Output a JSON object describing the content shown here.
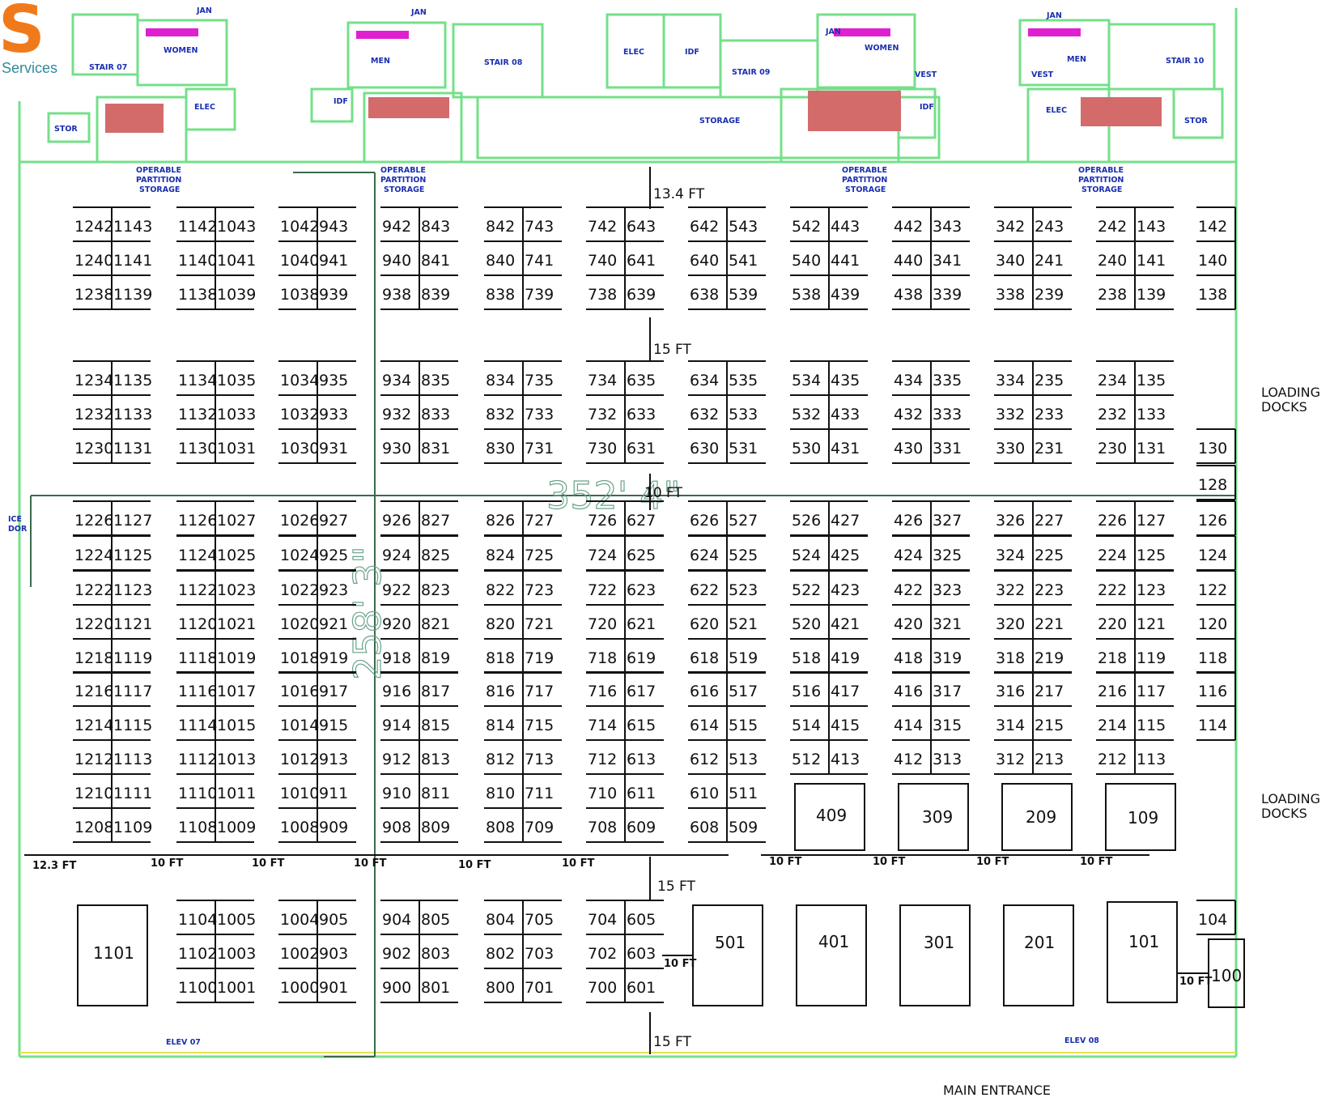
{
  "brand": {
    "logo_text": "Services",
    "logo_color": "#f07a1a"
  },
  "colors": {
    "wall": "#74e08a",
    "room_label": "#1a2fb0",
    "booth_line": "#111111",
    "fill_red": "#d36b6b",
    "accent_magenta": "#e020d0"
  },
  "rooms": {
    "jan1": "JAN",
    "jan2": "JAN",
    "jan3": "JAN",
    "jan4": "JAN",
    "women1": "WOMEN",
    "women2": "WOMEN",
    "men1": "MEN",
    "men2": "MEN",
    "stair07": "STAIR 07",
    "stair08": "STAIR 08",
    "stair09": "STAIR 09",
    "stair10": "STAIR 10",
    "elec1": "ELEC",
    "elec2": "ELEC",
    "elec3": "ELEC",
    "idf1": "IDF",
    "idf2": "IDF",
    "idf3": "IDF",
    "stor1": "STOR",
    "stor2": "STOR",
    "storage": "STORAGE",
    "vest1": "VEST",
    "vest2": "VEST",
    "op_line1": "OPERABLE",
    "op_line2": "PARTITION",
    "op_line3": "STORAGE",
    "elev07": "ELEV 07",
    "elev08": "ELEV 08",
    "ice": "ICE",
    "dor": "DOR"
  },
  "dimensions": {
    "top_gap": "13.4 FT",
    "aisle_15": "15 FT",
    "aisle_10": "10 FT",
    "left_12": "12.3 FT",
    "bottom_15a": "15 FT",
    "bottom_15b": "15 FT",
    "overall_width": "352' 4\"",
    "overall_depth": "258' 3\""
  },
  "labels": {
    "loading_docks_line1": "LOADING",
    "loading_docks_line2": "DOCKS",
    "main_entrance": "MAIN ENTRANCE"
  },
  "booth_rows": [
    {
      "row": 1,
      "pairs": [
        [
          "1242",
          "1143"
        ],
        [
          "1142",
          "1043"
        ],
        [
          "1042",
          "943"
        ],
        [
          "942",
          "843"
        ],
        [
          "842",
          "743"
        ],
        [
          "742",
          "643"
        ],
        [
          "642",
          "543"
        ],
        [
          "542",
          "443"
        ],
        [
          "442",
          "343"
        ],
        [
          "342",
          "243"
        ],
        [
          "242",
          "143"
        ],
        [
          "142",
          ""
        ]
      ]
    },
    {
      "row": 2,
      "pairs": [
        [
          "1240",
          "1141"
        ],
        [
          "1140",
          "1041"
        ],
        [
          "1040",
          "941"
        ],
        [
          "940",
          "841"
        ],
        [
          "840",
          "741"
        ],
        [
          "740",
          "641"
        ],
        [
          "640",
          "541"
        ],
        [
          "540",
          "441"
        ],
        [
          "440",
          "341"
        ],
        [
          "340",
          "241"
        ],
        [
          "240",
          "141"
        ],
        [
          "140",
          ""
        ]
      ]
    },
    {
      "row": 3,
      "pairs": [
        [
          "1238",
          "1139"
        ],
        [
          "1138",
          "1039"
        ],
        [
          "1038",
          "939"
        ],
        [
          "938",
          "839"
        ],
        [
          "838",
          "739"
        ],
        [
          "738",
          "639"
        ],
        [
          "638",
          "539"
        ],
        [
          "538",
          "439"
        ],
        [
          "438",
          "339"
        ],
        [
          "338",
          "239"
        ],
        [
          "238",
          "139"
        ],
        [
          "138",
          ""
        ]
      ]
    },
    {
      "row": 4,
      "pairs": [
        [
          "1234",
          "1135"
        ],
        [
          "1134",
          "1035"
        ],
        [
          "1034",
          "935"
        ],
        [
          "934",
          "835"
        ],
        [
          "834",
          "735"
        ],
        [
          "734",
          "635"
        ],
        [
          "634",
          "535"
        ],
        [
          "534",
          "435"
        ],
        [
          "434",
          "335"
        ],
        [
          "334",
          "235"
        ],
        [
          "234",
          "135"
        ],
        [
          "",
          ""
        ]
      ]
    },
    {
      "row": 5,
      "pairs": [
        [
          "1232",
          "1133"
        ],
        [
          "1132",
          "1033"
        ],
        [
          "1032",
          "933"
        ],
        [
          "932",
          "833"
        ],
        [
          "832",
          "733"
        ],
        [
          "732",
          "633"
        ],
        [
          "632",
          "533"
        ],
        [
          "532",
          "433"
        ],
        [
          "432",
          "333"
        ],
        [
          "332",
          "233"
        ],
        [
          "232",
          "133"
        ],
        [
          "",
          ""
        ]
      ]
    },
    {
      "row": 6,
      "pairs": [
        [
          "1230",
          "1131"
        ],
        [
          "1130",
          "1031"
        ],
        [
          "1030",
          "931"
        ],
        [
          "930",
          "831"
        ],
        [
          "830",
          "731"
        ],
        [
          "730",
          "631"
        ],
        [
          "630",
          "531"
        ],
        [
          "530",
          "431"
        ],
        [
          "430",
          "331"
        ],
        [
          "330",
          "231"
        ],
        [
          "230",
          "131"
        ],
        [
          "130",
          ""
        ]
      ]
    },
    {
      "row": 7,
      "pairs": [
        [
          "",
          ""
        ],
        [
          "",
          ""
        ],
        [
          "",
          ""
        ],
        [
          "",
          ""
        ],
        [
          "",
          ""
        ],
        [
          "",
          ""
        ],
        [
          "",
          ""
        ],
        [
          "",
          ""
        ],
        [
          "",
          ""
        ],
        [
          "",
          ""
        ],
        [
          "",
          ""
        ],
        [
          "128",
          ""
        ]
      ]
    },
    {
      "row": 8,
      "pairs": [
        [
          "1226",
          "1127"
        ],
        [
          "1126",
          "1027"
        ],
        [
          "1026",
          "927"
        ],
        [
          "926",
          "827"
        ],
        [
          "826",
          "727"
        ],
        [
          "726",
          "627"
        ],
        [
          "626",
          "527"
        ],
        [
          "526",
          "427"
        ],
        [
          "426",
          "327"
        ],
        [
          "326",
          "227"
        ],
        [
          "226",
          "127"
        ],
        [
          "126",
          ""
        ]
      ]
    },
    {
      "row": 9,
      "pairs": [
        [
          "1224",
          "1125"
        ],
        [
          "1124",
          "1025"
        ],
        [
          "1024",
          "925"
        ],
        [
          "924",
          "825"
        ],
        [
          "824",
          "725"
        ],
        [
          "724",
          "625"
        ],
        [
          "624",
          "525"
        ],
        [
          "524",
          "425"
        ],
        [
          "424",
          "325"
        ],
        [
          "324",
          "225"
        ],
        [
          "224",
          "125"
        ],
        [
          "124",
          ""
        ]
      ]
    },
    {
      "row": 10,
      "pairs": [
        [
          "1222",
          "1123"
        ],
        [
          "1122",
          "1023"
        ],
        [
          "1022",
          "923"
        ],
        [
          "922",
          "823"
        ],
        [
          "822",
          "723"
        ],
        [
          "722",
          "623"
        ],
        [
          "622",
          "523"
        ],
        [
          "522",
          "423"
        ],
        [
          "422",
          "323"
        ],
        [
          "322",
          "223"
        ],
        [
          "222",
          "123"
        ],
        [
          "122",
          ""
        ]
      ]
    },
    {
      "row": 11,
      "pairs": [
        [
          "1220",
          "1121"
        ],
        [
          "1120",
          "1021"
        ],
        [
          "1020",
          "921"
        ],
        [
          "920",
          "821"
        ],
        [
          "820",
          "721"
        ],
        [
          "720",
          "621"
        ],
        [
          "620",
          "521"
        ],
        [
          "520",
          "421"
        ],
        [
          "420",
          "321"
        ],
        [
          "320",
          "221"
        ],
        [
          "220",
          "121"
        ],
        [
          "120",
          ""
        ]
      ]
    },
    {
      "row": 12,
      "pairs": [
        [
          "1218",
          "1119"
        ],
        [
          "1118",
          "1019"
        ],
        [
          "1018",
          "919"
        ],
        [
          "918",
          "819"
        ],
        [
          "818",
          "719"
        ],
        [
          "718",
          "619"
        ],
        [
          "618",
          "519"
        ],
        [
          "518",
          "419"
        ],
        [
          "418",
          "319"
        ],
        [
          "318",
          "219"
        ],
        [
          "218",
          "119"
        ],
        [
          "118",
          ""
        ]
      ]
    },
    {
      "row": 13,
      "pairs": [
        [
          "1216",
          "1117"
        ],
        [
          "1116",
          "1017"
        ],
        [
          "1016",
          "917"
        ],
        [
          "916",
          "817"
        ],
        [
          "816",
          "717"
        ],
        [
          "716",
          "617"
        ],
        [
          "616",
          "517"
        ],
        [
          "516",
          "417"
        ],
        [
          "416",
          "317"
        ],
        [
          "316",
          "217"
        ],
        [
          "216",
          "117"
        ],
        [
          "116",
          ""
        ]
      ]
    },
    {
      "row": 14,
      "pairs": [
        [
          "1214",
          "1115"
        ],
        [
          "1114",
          "1015"
        ],
        [
          "1014",
          "915"
        ],
        [
          "914",
          "815"
        ],
        [
          "814",
          "715"
        ],
        [
          "714",
          "615"
        ],
        [
          "614",
          "515"
        ],
        [
          "514",
          "415"
        ],
        [
          "414",
          "315"
        ],
        [
          "314",
          "215"
        ],
        [
          "214",
          "115"
        ],
        [
          "114",
          ""
        ]
      ]
    },
    {
      "row": 15,
      "pairs": [
        [
          "1212",
          "1113"
        ],
        [
          "1112",
          "1013"
        ],
        [
          "1012",
          "913"
        ],
        [
          "912",
          "813"
        ],
        [
          "812",
          "713"
        ],
        [
          "712",
          "613"
        ],
        [
          "612",
          "513"
        ],
        [
          "512",
          "413"
        ],
        [
          "412",
          "313"
        ],
        [
          "312",
          "213"
        ],
        [
          "212",
          "113"
        ],
        [
          "",
          ""
        ]
      ]
    },
    {
      "row": 16,
      "pairs": [
        [
          "1210",
          "1111"
        ],
        [
          "1110",
          "1011"
        ],
        [
          "1010",
          "911"
        ],
        [
          "910",
          "811"
        ],
        [
          "810",
          "711"
        ],
        [
          "710",
          "611"
        ],
        [
          "610",
          "511"
        ],
        [
          "",
          ""
        ],
        [
          "",
          ""
        ],
        [
          "",
          ""
        ],
        [
          "",
          ""
        ],
        [
          "",
          ""
        ]
      ]
    },
    {
      "row": 17,
      "pairs": [
        [
          "1208",
          "1109"
        ],
        [
          "1108",
          "1009"
        ],
        [
          "1008",
          "909"
        ],
        [
          "908",
          "809"
        ],
        [
          "808",
          "709"
        ],
        [
          "708",
          "609"
        ],
        [
          "608",
          "509"
        ],
        [
          "",
          ""
        ],
        [
          "",
          ""
        ],
        [
          "",
          ""
        ],
        [
          "",
          ""
        ],
        [
          "",
          ""
        ]
      ]
    },
    {
      "row": 18,
      "pairs": [
        [
          "",
          ""
        ],
        [
          "1104",
          "1005"
        ],
        [
          "1004",
          "905"
        ],
        [
          "904",
          "805"
        ],
        [
          "804",
          "705"
        ],
        [
          "704",
          "605"
        ],
        [
          "",
          ""
        ],
        [
          "",
          ""
        ],
        [
          "",
          ""
        ],
        [
          "",
          ""
        ],
        [
          "",
          ""
        ],
        [
          "104",
          ""
        ]
      ]
    },
    {
      "row": 19,
      "pairs": [
        [
          "",
          ""
        ],
        [
          "1102",
          "1003"
        ],
        [
          "1002",
          "903"
        ],
        [
          "902",
          "803"
        ],
        [
          "802",
          "703"
        ],
        [
          "702",
          "603"
        ],
        [
          "",
          ""
        ],
        [
          "",
          ""
        ],
        [
          "",
          ""
        ],
        [
          "",
          ""
        ],
        [
          "",
          ""
        ],
        [
          "",
          ""
        ]
      ]
    },
    {
      "row": 20,
      "pairs": [
        [
          "",
          ""
        ],
        [
          "1100",
          "1001"
        ],
        [
          "1000",
          "901"
        ],
        [
          "900",
          "801"
        ],
        [
          "800",
          "701"
        ],
        [
          "700",
          "601"
        ],
        [
          "",
          ""
        ],
        [
          "",
          ""
        ],
        [
          "",
          ""
        ],
        [
          "",
          ""
        ],
        [
          "",
          ""
        ],
        [
          "",
          ""
        ]
      ]
    }
  ],
  "large_booths": [
    "409",
    "309",
    "209",
    "109",
    "1101",
    "501",
    "401",
    "301",
    "201",
    "101",
    "100"
  ]
}
